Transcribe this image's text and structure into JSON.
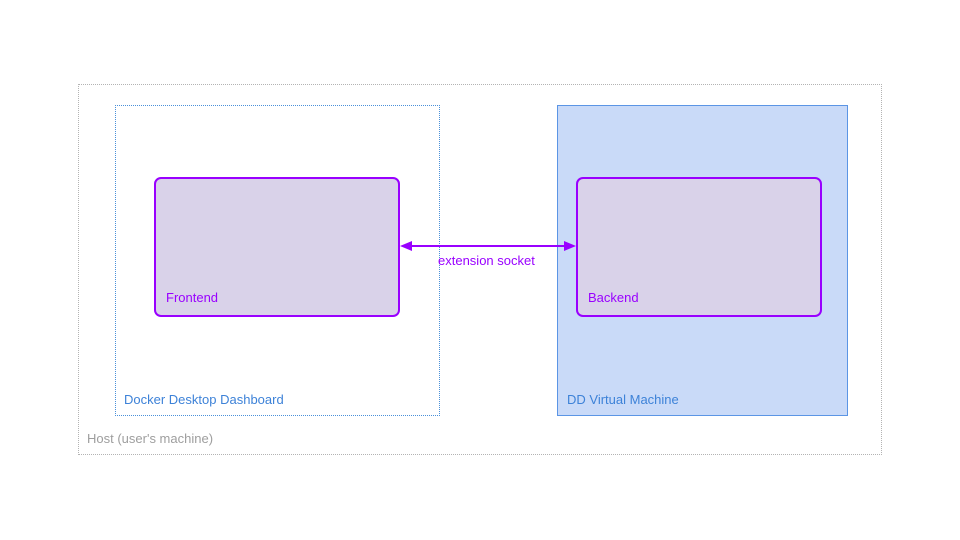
{
  "host": {
    "label": "Host (user's machine)"
  },
  "dashboard": {
    "label": "Docker Desktop Dashboard"
  },
  "vm": {
    "label": "DD Virtual Machine"
  },
  "frontend": {
    "label": "Frontend"
  },
  "backend": {
    "label": "Backend"
  },
  "connector": {
    "label": "extension socket"
  },
  "colors": {
    "component_fill": "#d9d2e9",
    "component_stroke": "#9900ff",
    "vm_fill": "#c9daf8",
    "vm_stroke": "#5b95e5",
    "label_blue": "#3d82d8",
    "host_gray": "#9e9e9e"
  }
}
